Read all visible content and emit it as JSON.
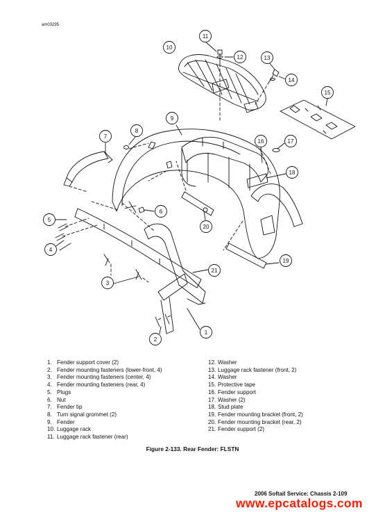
{
  "drawing_code": "am03295",
  "callouts": [
    "11",
    "10",
    "12",
    "13",
    "14",
    "15",
    "9",
    "8",
    "7",
    "16",
    "17",
    "18",
    "6",
    "5",
    "4",
    "20",
    "19",
    "21",
    "3",
    "2",
    "1"
  ],
  "legend_left": [
    {
      "num": "1.",
      "text": "Fender support cover (2)"
    },
    {
      "num": "2.",
      "text": "Fender mounting fasteners (lower-front, 4)"
    },
    {
      "num": "3.",
      "text": "Fender mounting fasteners (center, 4)"
    },
    {
      "num": "4.",
      "text": "Fender mounting fasteners (rear, 4)"
    },
    {
      "num": "5.",
      "text": "Plugs"
    },
    {
      "num": "6.",
      "text": "Nut"
    },
    {
      "num": "7.",
      "text": "Fender tip"
    },
    {
      "num": "8.",
      "text": "Turn signal grommet (2)"
    },
    {
      "num": "9.",
      "text": "Fender"
    },
    {
      "num": "10.",
      "text": "Luggage rack"
    },
    {
      "num": "11.",
      "text": "Luggage rack fastener (rear)"
    }
  ],
  "legend_right": [
    {
      "num": "12.",
      "text": "Washer"
    },
    {
      "num": "13.",
      "text": "Luggage rack fastener (front, 2)"
    },
    {
      "num": "14.",
      "text": "Washer"
    },
    {
      "num": "15.",
      "text": "Protective tape"
    },
    {
      "num": "16.",
      "text": "Fender support"
    },
    {
      "num": "17.",
      "text": "Washer (2)"
    },
    {
      "num": "18.",
      "text": "Stud plate"
    },
    {
      "num": "19.",
      "text": "Fender mounting bracket (front, 2)"
    },
    {
      "num": "20.",
      "text": "Fender mounting bracket (rear, 2)"
    },
    {
      "num": "21.",
      "text": "Fender support (2)"
    }
  ],
  "caption": "Figure 2-133. Rear Fender: FLSTN",
  "footer": "2006 Softail Service:  Chassis  2-109",
  "watermark": "www.epcatalogs.com",
  "colors": {
    "watermark": "#ff1b00",
    "line": "#111111"
  }
}
